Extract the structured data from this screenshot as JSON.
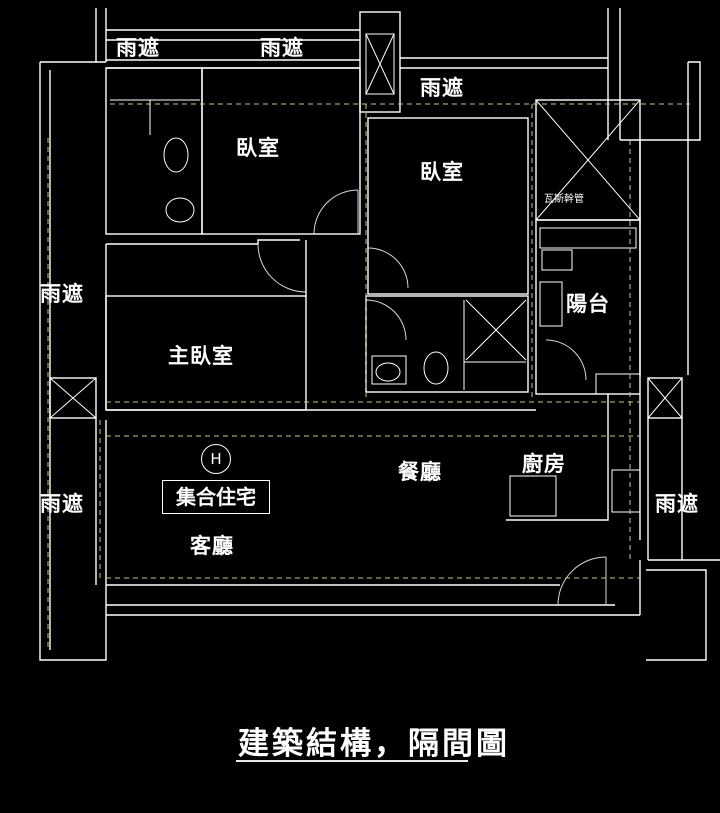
{
  "floorplan": {
    "labels": {
      "canopy_top_left": "雨遮",
      "canopy_top_mid": "雨遮",
      "canopy_top_right": "雨遮",
      "canopy_left_upper": "雨遮",
      "canopy_left_lower": "雨遮",
      "canopy_right": "雨遮",
      "bedroom_1": "臥室",
      "bedroom_2": "臥室",
      "master_bedroom": "主臥室",
      "balcony": "陽台",
      "dining": "餐廳",
      "kitchen": "廚房",
      "living": "客廳",
      "gas_pipe": "瓦斯幹管",
      "housing_type": "集合住宅",
      "hydrant_symbol": "H"
    },
    "caption": "建築結構，隔間圖"
  },
  "colors": {
    "background": "#000000",
    "wall": "#ffffff",
    "dashed_line": "#c9c98a"
  }
}
